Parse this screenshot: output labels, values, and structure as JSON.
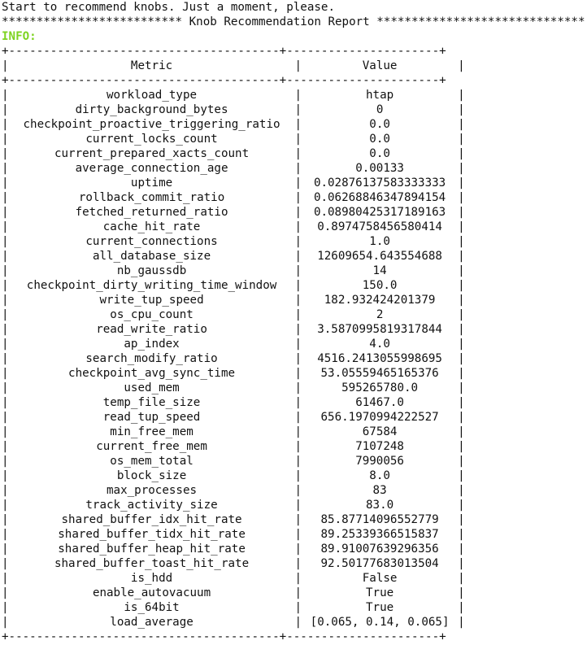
{
  "terminal": {
    "intro": "Start to recommend knobs. Just a moment, please.",
    "banner": "************************** Knob Recommendation Report ******************************",
    "info_label": "INFO:",
    "border": "+---------------------------------------+----------------------+"
  },
  "table": {
    "headers": {
      "metric": "Metric",
      "value": "Value"
    },
    "rows": [
      {
        "metric": "workload_type",
        "value": "htap"
      },
      {
        "metric": "dirty_background_bytes",
        "value": "0"
      },
      {
        "metric": "checkpoint_proactive_triggering_ratio",
        "value": "0.0"
      },
      {
        "metric": "current_locks_count",
        "value": "0.0"
      },
      {
        "metric": "current_prepared_xacts_count",
        "value": "0.0"
      },
      {
        "metric": "average_connection_age",
        "value": "0.00133"
      },
      {
        "metric": "uptime",
        "value": "0.02876137583333333"
      },
      {
        "metric": "rollback_commit_ratio",
        "value": "0.06268846347894154"
      },
      {
        "metric": "fetched_returned_ratio",
        "value": "0.08980425317189163"
      },
      {
        "metric": "cache_hit_rate",
        "value": "0.8974758456580414"
      },
      {
        "metric": "current_connections",
        "value": "1.0"
      },
      {
        "metric": "all_database_size",
        "value": "12609654.643554688"
      },
      {
        "metric": "nb_gaussdb",
        "value": "14"
      },
      {
        "metric": "checkpoint_dirty_writing_time_window",
        "value": "150.0"
      },
      {
        "metric": "write_tup_speed",
        "value": "182.932424201379"
      },
      {
        "metric": "os_cpu_count",
        "value": "2"
      },
      {
        "metric": "read_write_ratio",
        "value": "3.5870995819317844"
      },
      {
        "metric": "ap_index",
        "value": "4.0"
      },
      {
        "metric": "search_modify_ratio",
        "value": "4516.2413055998695"
      },
      {
        "metric": "checkpoint_avg_sync_time",
        "value": "53.05559465165376"
      },
      {
        "metric": "used_mem",
        "value": "595265780.0"
      },
      {
        "metric": "temp_file_size",
        "value": "61467.0"
      },
      {
        "metric": "read_tup_speed",
        "value": "656.1970994222527"
      },
      {
        "metric": "min_free_mem",
        "value": "67584"
      },
      {
        "metric": "current_free_mem",
        "value": "7107248"
      },
      {
        "metric": "os_mem_total",
        "value": "7990056"
      },
      {
        "metric": "block_size",
        "value": "8.0"
      },
      {
        "metric": "max_processes",
        "value": "83"
      },
      {
        "metric": "track_activity_size",
        "value": "83.0"
      },
      {
        "metric": "shared_buffer_idx_hit_rate",
        "value": "85.87714096552779"
      },
      {
        "metric": "shared_buffer_tidx_hit_rate",
        "value": "89.25339366515837"
      },
      {
        "metric": "shared_buffer_heap_hit_rate",
        "value": "89.91007639296356"
      },
      {
        "metric": "shared_buffer_toast_hit_rate",
        "value": "92.50177683013504"
      },
      {
        "metric": "is_hdd",
        "value": "False"
      },
      {
        "metric": "enable_autovacuum",
        "value": "True"
      },
      {
        "metric": "is_64bit",
        "value": "True"
      },
      {
        "metric": "load_average",
        "value": "[0.065, 0.14, 0.065]"
      }
    ]
  }
}
